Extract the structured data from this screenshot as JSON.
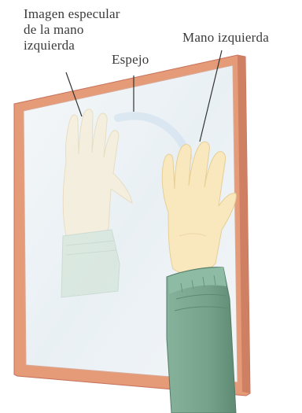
{
  "labels": {
    "mirror_image_line1": "Imagen especular",
    "mirror_image_line2": "de la mano",
    "mirror_image_line3": "izquierda",
    "mirror": "Espejo",
    "left_hand": "Mano izquierda"
  },
  "colors": {
    "frame": "#e8a080",
    "frame_edge": "#c87560",
    "glass": "#eef3f6",
    "hand": "#f9e9c0",
    "hand_reflection": "#f5ecd6",
    "sleeve": "#7aa590",
    "sleeve_reflection": "#cddfd6",
    "leader_line": "#333333"
  }
}
